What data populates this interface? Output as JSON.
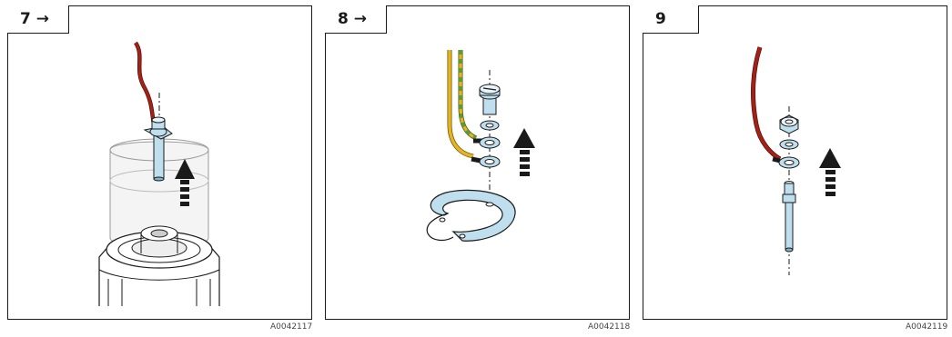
{
  "panels": [
    {
      "step": "7 →",
      "code": "A0042117"
    },
    {
      "step": "8 →",
      "code": "A0042118"
    },
    {
      "step": "9",
      "code": "A0042119"
    }
  ],
  "colors": {
    "outline": "#1a1a1a",
    "metal": "#bfdfee",
    "metal_dark": "#7fb3cc",
    "wire_red": "#a32218",
    "wire_yellow": "#e6b41e",
    "wire_green": "#5d9c34",
    "arrow": "#1a1a1a"
  },
  "icons": [
    "up-arrow-icon"
  ]
}
